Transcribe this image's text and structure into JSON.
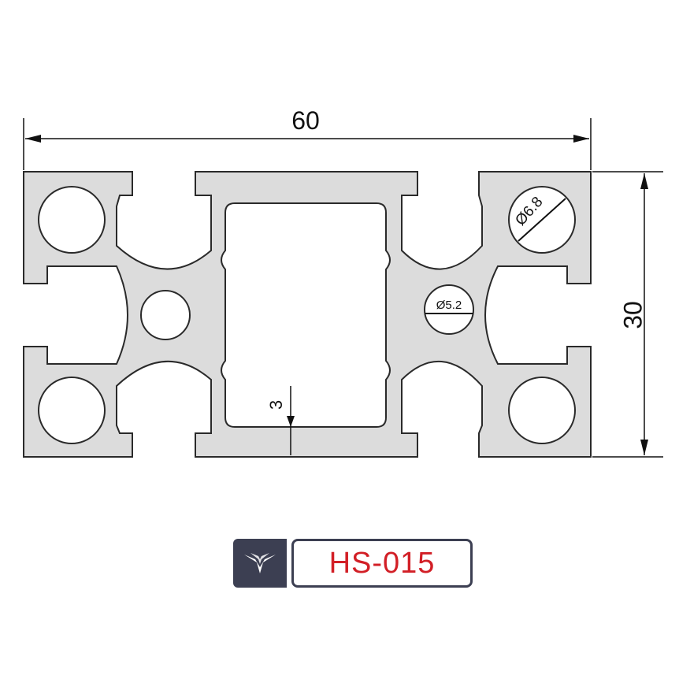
{
  "dimensions": {
    "width_label": "60",
    "height_label": "30",
    "wall_label": "3"
  },
  "holes": {
    "large_label": "Ø6.8",
    "small_label": "Ø5.2"
  },
  "badge": {
    "model_code": "HS-015",
    "logo_icon": "bird-wings-logo-icon"
  },
  "colors": {
    "profile_fill": "#dcdcdc",
    "outline": "#2a2a2a",
    "badge_dark": "#3c3f52",
    "model_text": "#d21f26"
  }
}
